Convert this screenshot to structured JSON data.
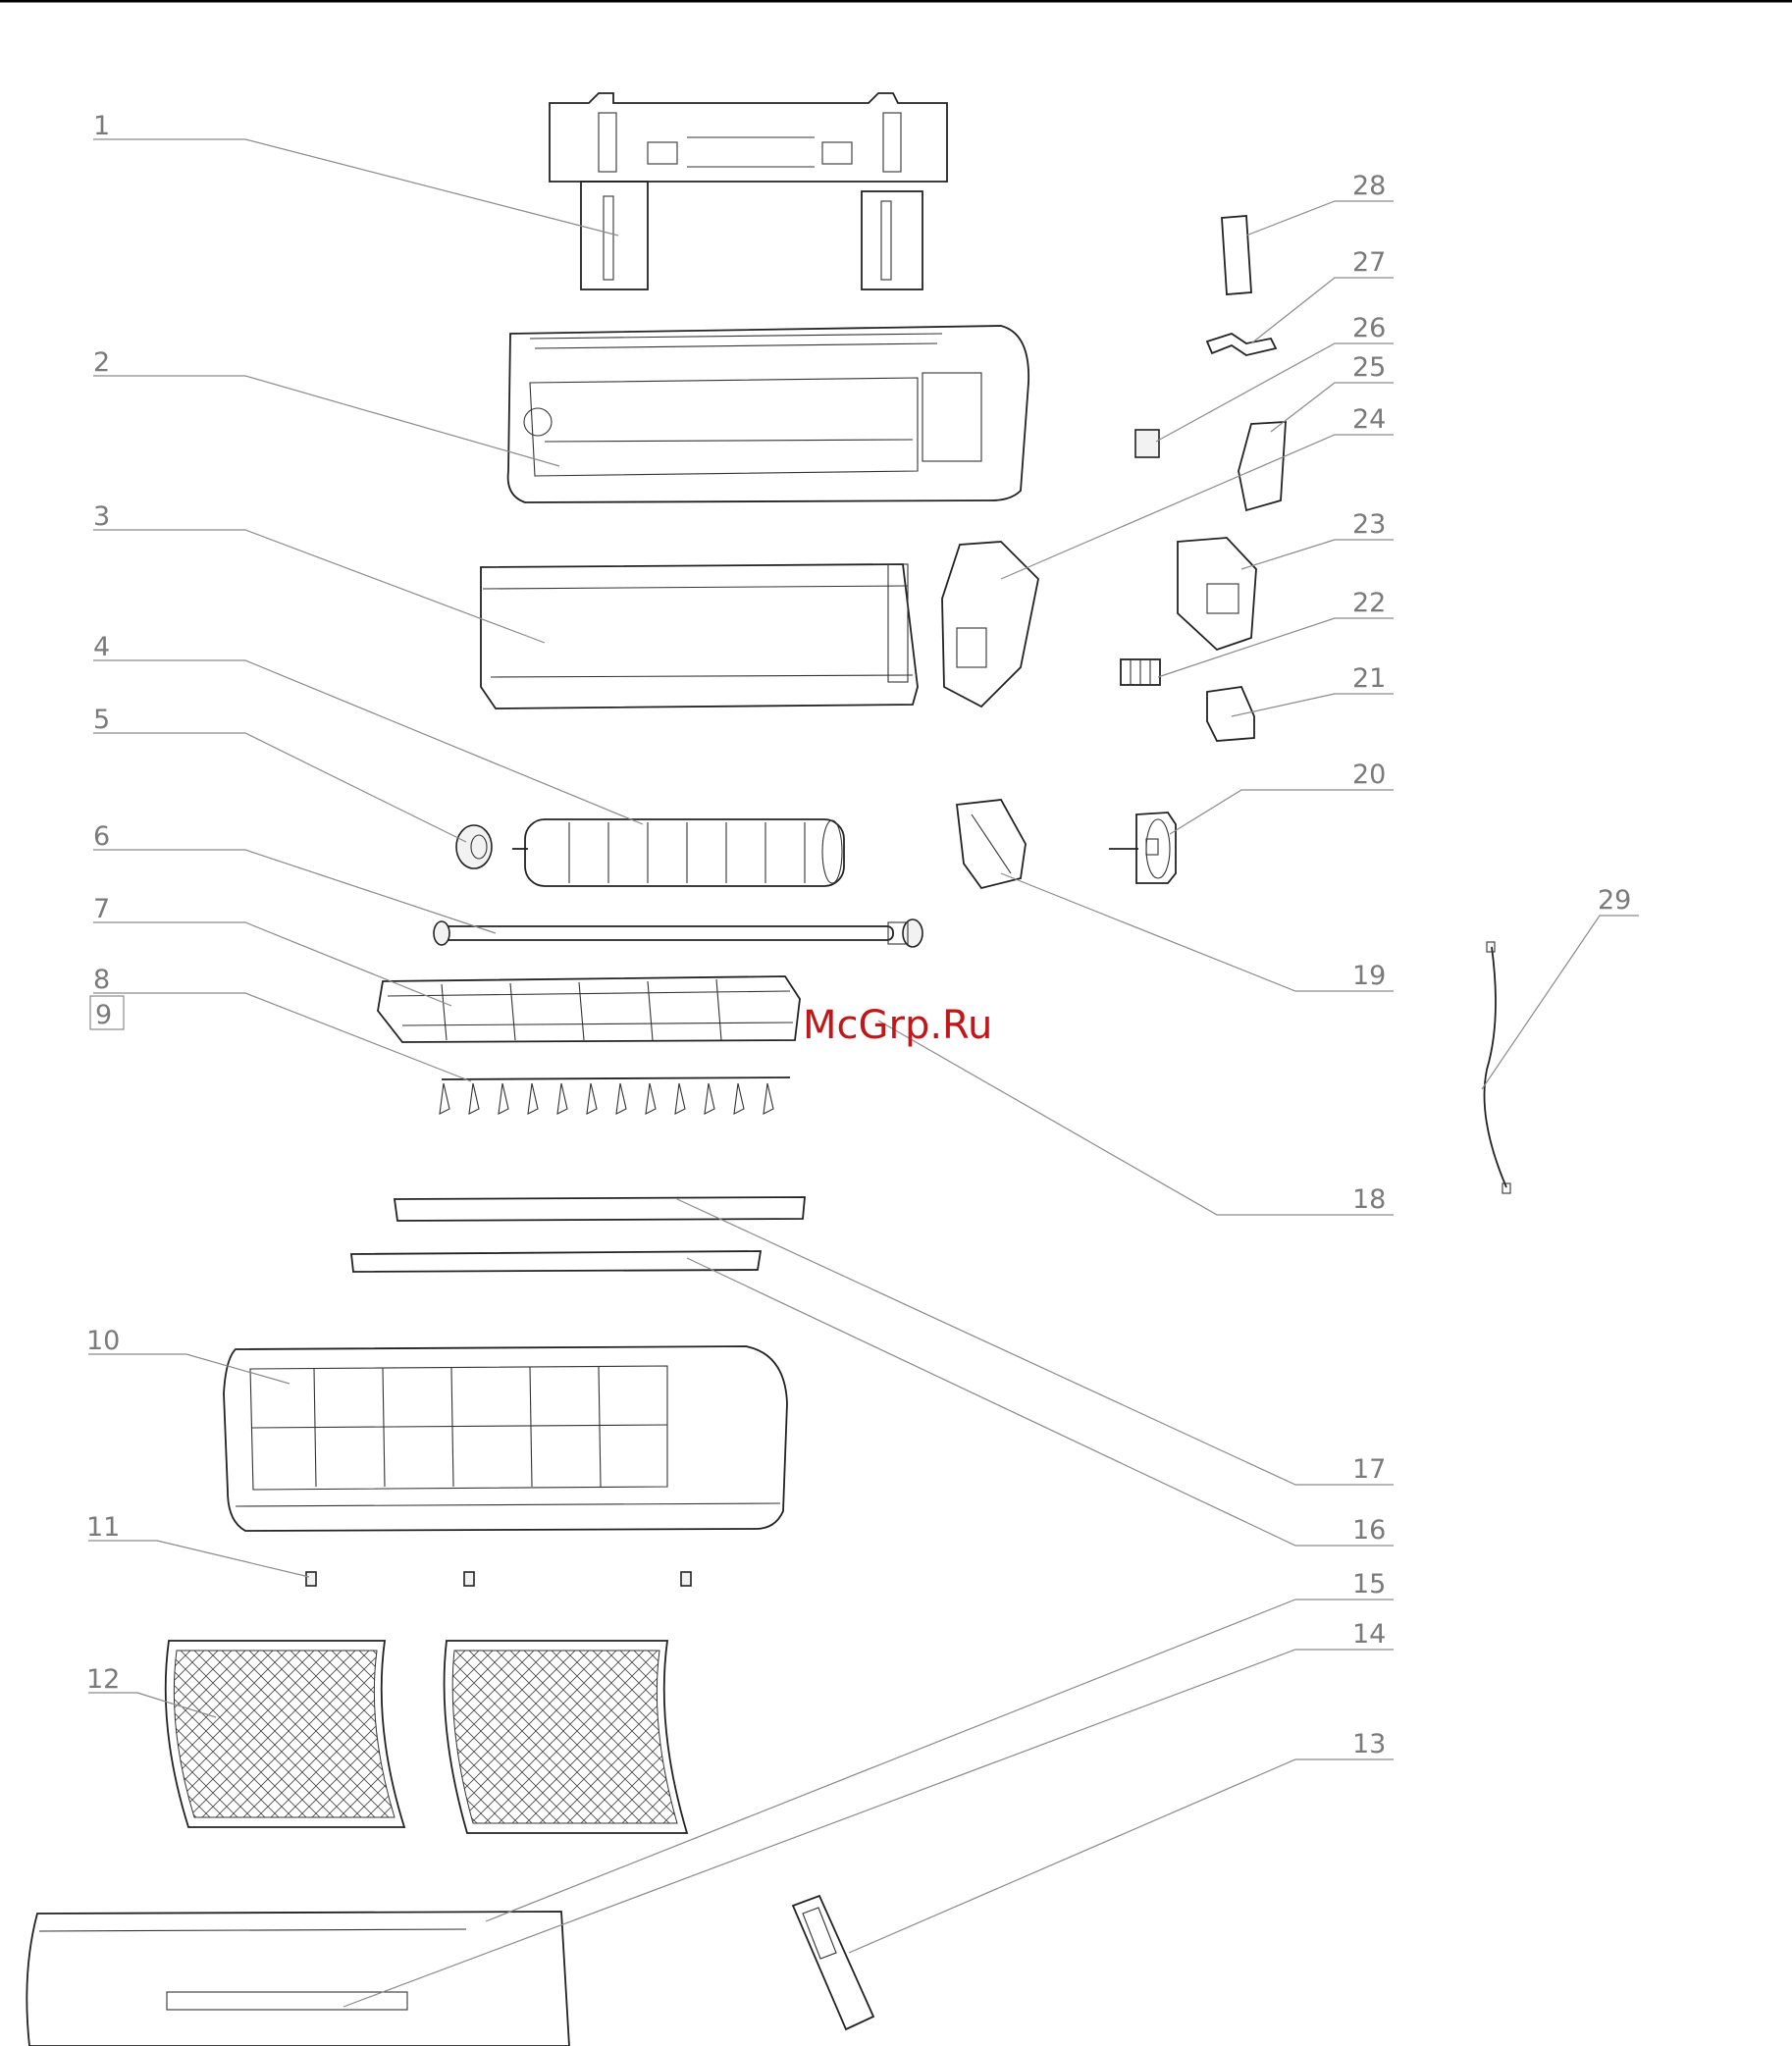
{
  "watermark": "McGrp.Ru",
  "callouts": [
    "1",
    "2",
    "3",
    "4",
    "5",
    "6",
    "7",
    "8",
    "9",
    "10",
    "11",
    "12",
    "13",
    "14",
    "15",
    "16",
    "17",
    "18",
    "19",
    "20",
    "21",
    "22",
    "23",
    "24",
    "25",
    "26",
    "27",
    "28",
    "29"
  ],
  "colors": {
    "line": "#222222",
    "label": "#7a7a7a",
    "watermark": "#c0171b",
    "background": "#ffffff"
  }
}
